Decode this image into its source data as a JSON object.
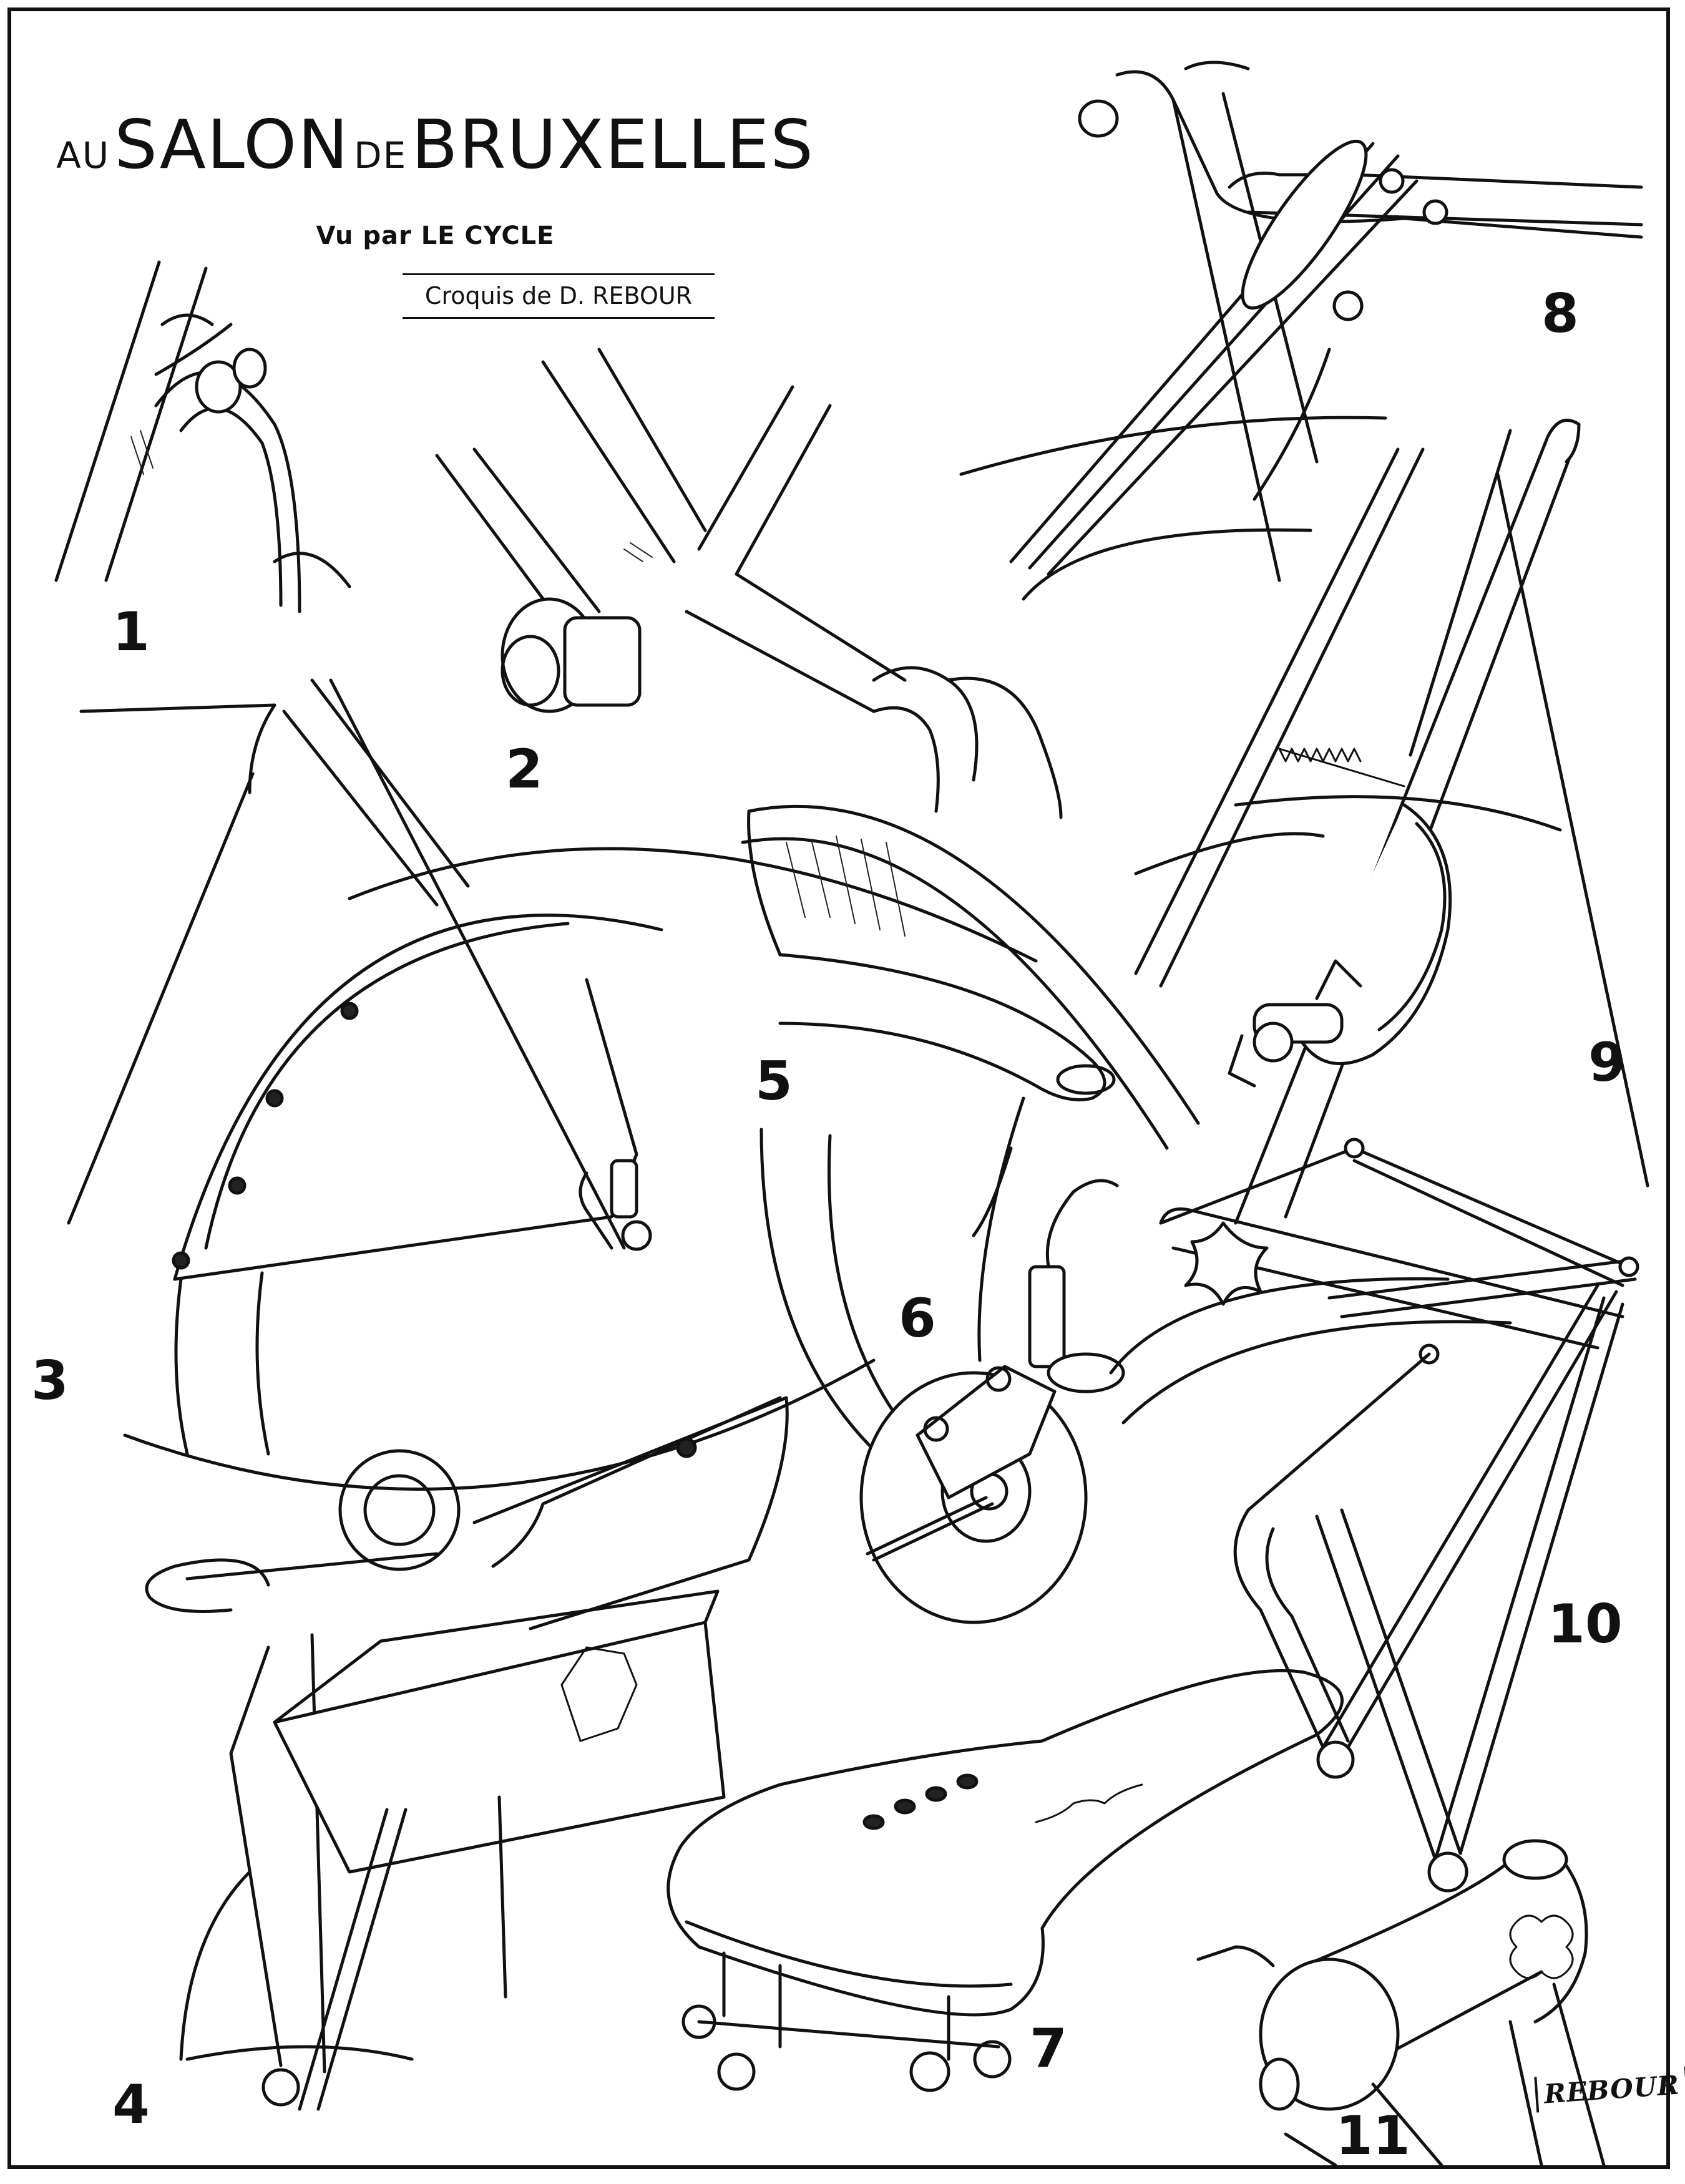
{
  "header": {
    "title_prefix": "AU",
    "title_word1": "SALON",
    "title_mid": "DE",
    "title_word2": "BRUXELLES",
    "subtitle": "Vu par LE CYCLE",
    "credit": "Croquis de D. REBOUR"
  },
  "figures": [
    {
      "number": "1",
      "subject": "frame-lug"
    },
    {
      "number": "2",
      "subject": "bottom-bracket"
    },
    {
      "number": "3",
      "subject": "chainguard-fender"
    },
    {
      "number": "4",
      "subject": "handlebar-bag"
    },
    {
      "number": "5",
      "subject": "mudguard"
    },
    {
      "number": "6",
      "subject": "hub-brake"
    },
    {
      "number": "7",
      "subject": "sprung-saddle"
    },
    {
      "number": "8",
      "subject": "brake-bridge"
    },
    {
      "number": "9",
      "subject": "rim-brake"
    },
    {
      "number": "10",
      "subject": "luggage-rack"
    },
    {
      "number": "11",
      "subject": "handlebar-stem"
    }
  ],
  "signature": "REBOUR",
  "colors": {
    "ink": "#111111",
    "paper": "#ffffff"
  }
}
